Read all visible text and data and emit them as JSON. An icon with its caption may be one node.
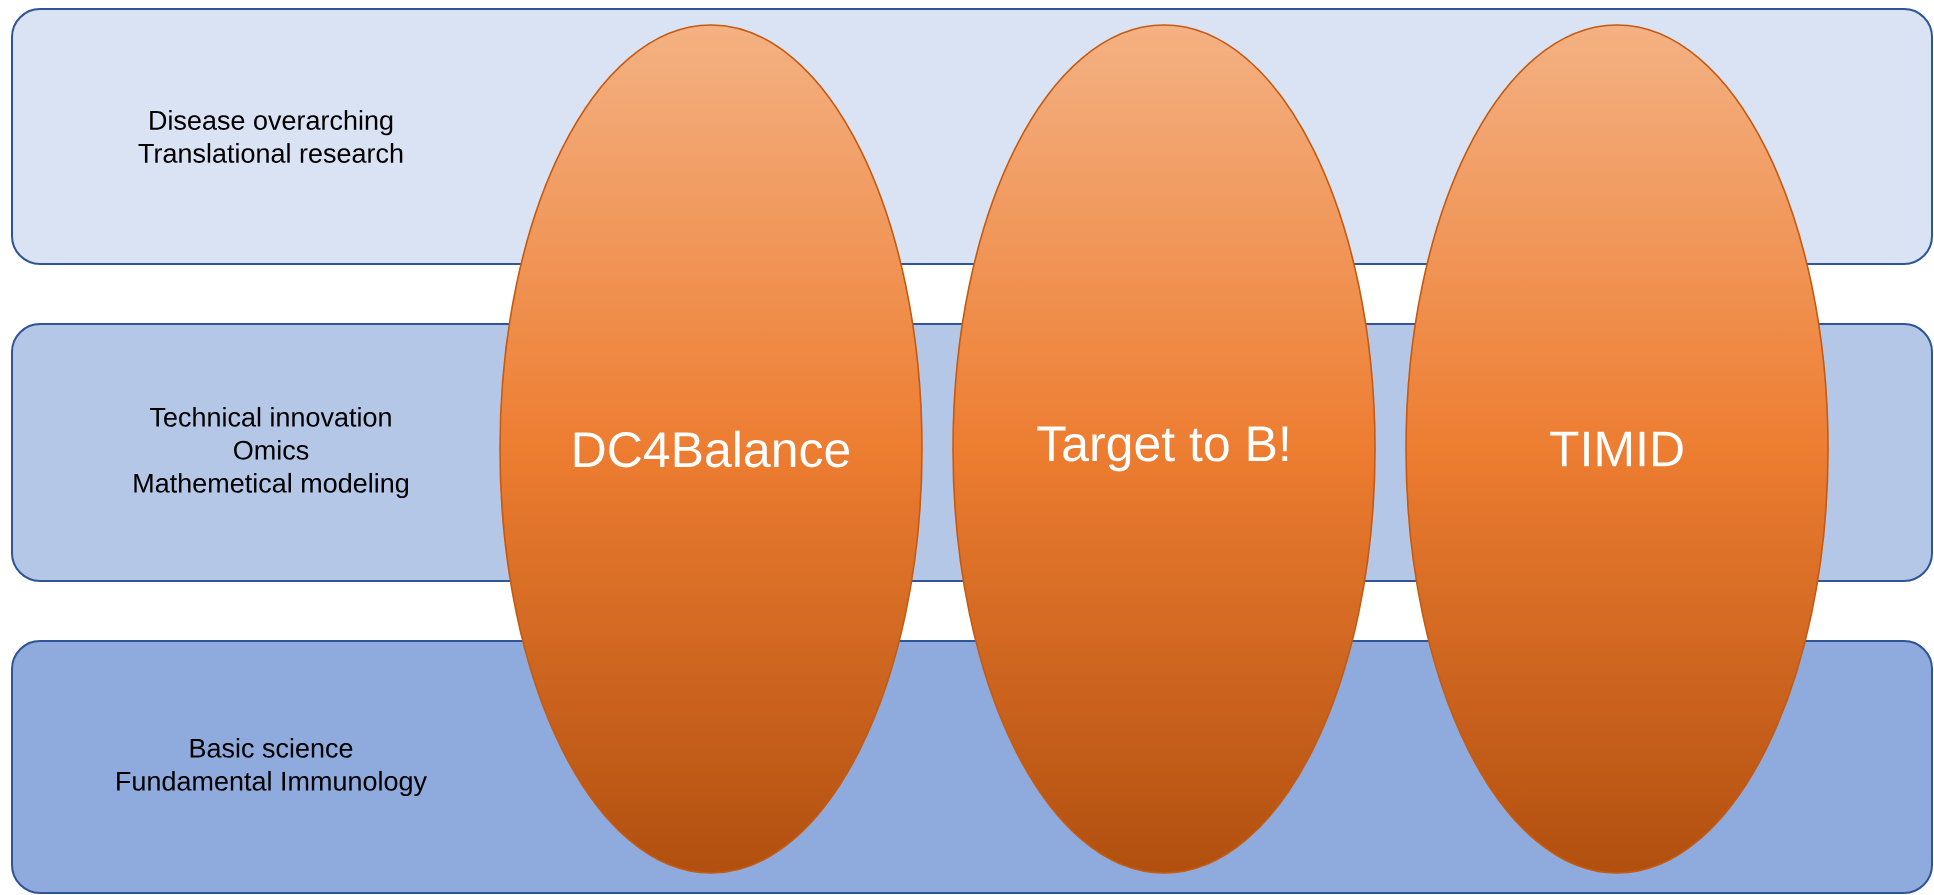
{
  "diagram": {
    "nodes": [
      {
        "text": [
          "Disease overarching",
          "Translational research"
        ]
      },
      {
        "text": [
          "Technical innovation",
          "Omics",
          "Mathemetical modeling"
        ]
      },
      {
        "text": [
          "Basic science",
          "Fundamental Immunology"
        ]
      },
      {
        "text": [
          "DC4Balance"
        ]
      },
      {
        "text": [
          "Target to B!"
        ]
      },
      {
        "text": [
          "TIMID"
        ]
      }
    ]
  }
}
